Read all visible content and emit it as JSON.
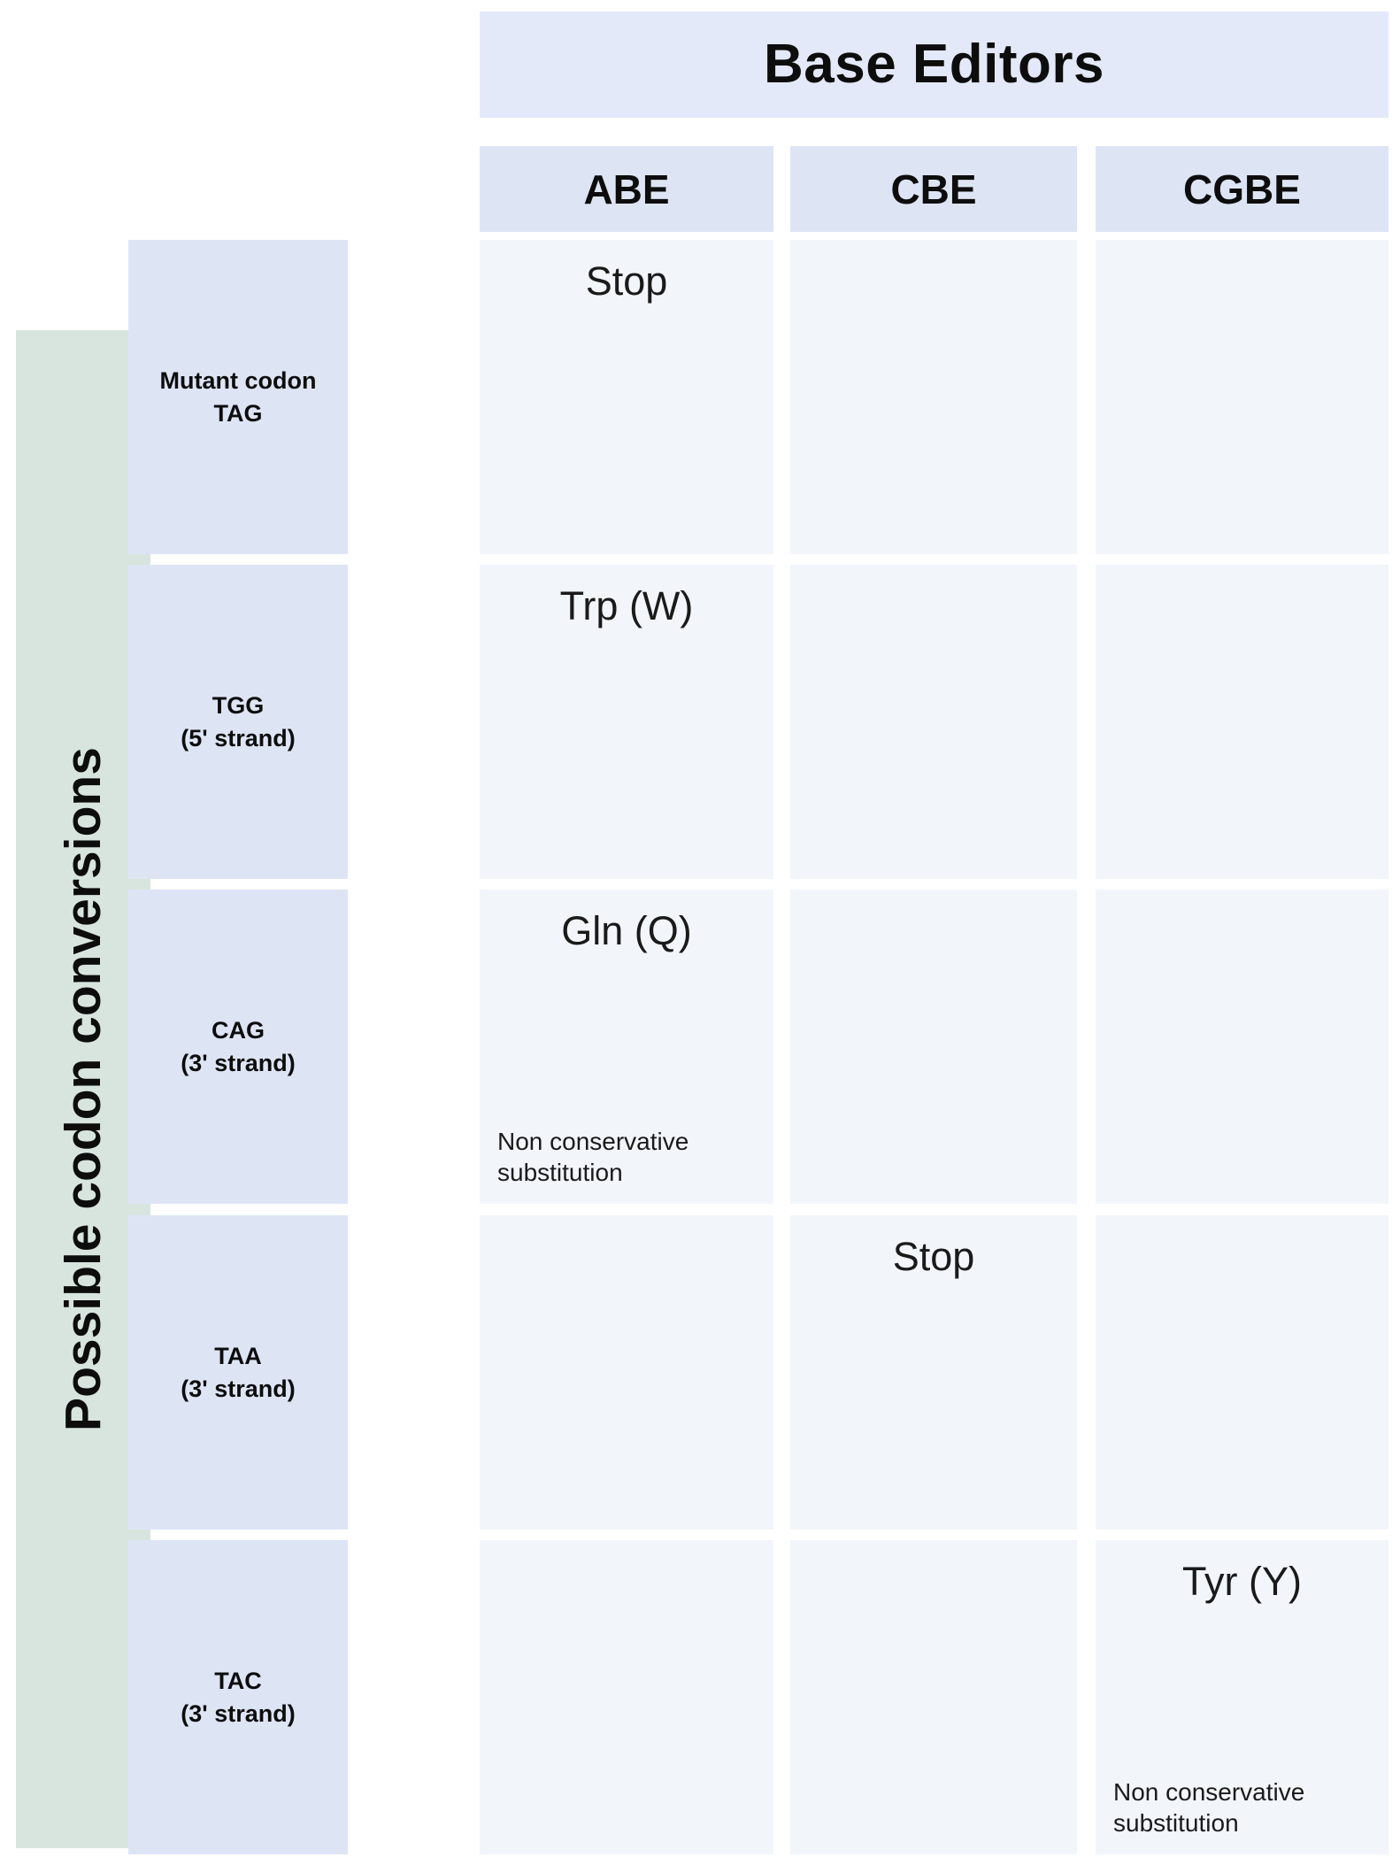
{
  "figure": {
    "column_group_title": "Base Editors",
    "row_group_title": "Possible codon conversions"
  },
  "colors": {
    "header_band": "#e3e9f8",
    "column_header": "#dde5f5",
    "row_label": "#dde5f5",
    "axis_label": "#d8e5df",
    "cell": "#f2f5fa",
    "text": "#0d0d0d",
    "page_background": "#ffffff"
  },
  "chart_data": {
    "type": "table",
    "title": "Base Editors",
    "row_axis_title": "Possible codon conversions",
    "columns": [
      "ABE",
      "CBE",
      "CGBE"
    ],
    "rows": [
      {
        "label_line1": "Mutant codon",
        "label_line2": "TAG",
        "cells": [
          {
            "value": "Stop",
            "note": ""
          },
          {
            "value": "",
            "note": ""
          },
          {
            "value": "",
            "note": ""
          }
        ]
      },
      {
        "label_line1": "TGG",
        "label_line2": "(5' strand)",
        "cells": [
          {
            "value": "Trp (W)",
            "note": ""
          },
          {
            "value": "",
            "note": ""
          },
          {
            "value": "",
            "note": ""
          }
        ]
      },
      {
        "label_line1": "CAG",
        "label_line2": "(3' strand)",
        "cells": [
          {
            "value": "Gln (Q)",
            "note": "Non conservative substitution"
          },
          {
            "value": "",
            "note": ""
          },
          {
            "value": "",
            "note": ""
          }
        ]
      },
      {
        "label_line1": "TAA",
        "label_line2": "(3' strand)",
        "cells": [
          {
            "value": "",
            "note": ""
          },
          {
            "value": "Stop",
            "note": ""
          },
          {
            "value": "",
            "note": ""
          }
        ]
      },
      {
        "label_line1": "TAC",
        "label_line2": "(3' strand)",
        "cells": [
          {
            "value": "",
            "note": ""
          },
          {
            "value": "",
            "note": ""
          },
          {
            "value": "Tyr (Y)",
            "note": "Non conservative substitution"
          }
        ]
      }
    ]
  }
}
